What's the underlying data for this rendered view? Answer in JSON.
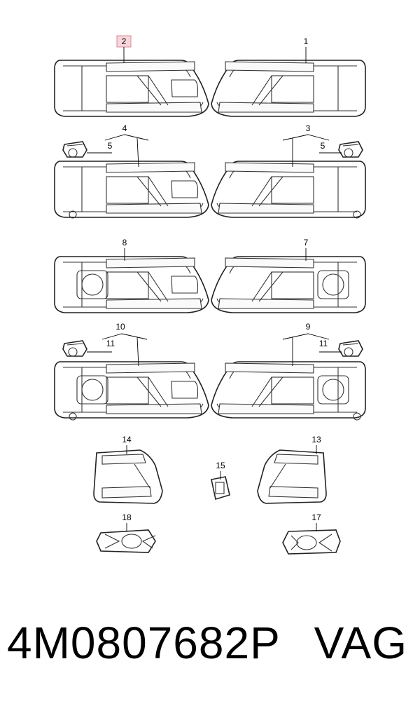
{
  "diagram": {
    "callouts": {
      "c1": "1",
      "c2": "2",
      "c3": "3",
      "c4": "4",
      "c5a": "5",
      "c5b": "5",
      "c7": "7",
      "c8": "8",
      "c9": "9",
      "c10": "10",
      "c11a": "11",
      "c11b": "11",
      "c13": "13",
      "c14": "14",
      "c15": "15",
      "c17": "17",
      "c18": "18"
    },
    "highlighted_callout": "2",
    "highlight_color": "#f7d6dc"
  },
  "footer": {
    "part_number": "4M0807682P",
    "brand": "VAG"
  }
}
